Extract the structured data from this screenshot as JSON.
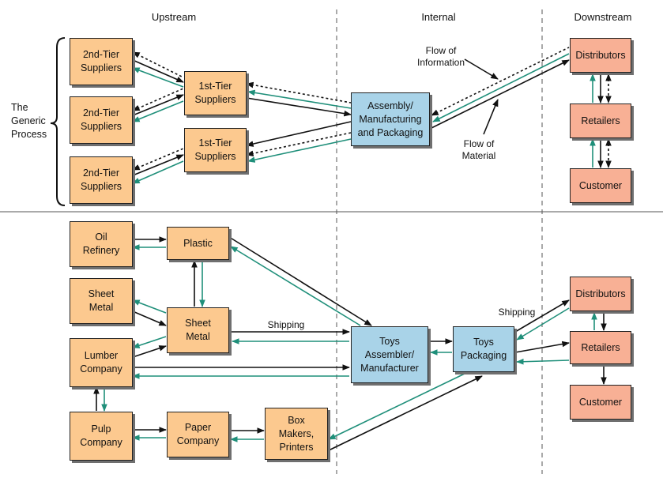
{
  "headers": {
    "upstream": "Upstream",
    "internal": "Internal",
    "downstream": "Downstream"
  },
  "generic_label": "The\nGeneric\nProcess",
  "colors": {
    "supplier_box": "#fcc98f",
    "internal_box": "#a9d3e8",
    "downstream_box": "#f8b095",
    "info_arrow": "#1f8f7a",
    "material_arrow": "#111111"
  },
  "top": {
    "tier2_a": "2nd-Tier\nSuppliers",
    "tier2_b": "2nd-Tier\nSuppliers",
    "tier2_c": "2nd-Tier\nSuppliers",
    "tier1_a": "1st-Tier\nSuppliers",
    "tier1_b": "1st-Tier\nSuppliers",
    "assembly": "Assembly/\nManufacturing\nand Packaging",
    "distributors": "Distributors",
    "retailers": "Retailers",
    "customer": "Customer",
    "flow_info": "Flow of\nInformation",
    "flow_material": "Flow of\nMaterial"
  },
  "bottom": {
    "oil": "Oil\nRefinery",
    "sheet_metal_src": "Sheet\nMetal",
    "lumber": "Lumber\nCompany",
    "pulp": "Pulp\nCompany",
    "plastic": "Plastic",
    "sheet_metal": "Sheet\nMetal",
    "paper": "Paper\nCompany",
    "box_makers": "Box\nMakers,\nPrinters",
    "toys_assembler": "Toys\nAssembler/\nManufacturer",
    "toys_packaging": "Toys\nPackaging",
    "distributors": "Distributors",
    "retailers": "Retailers",
    "customer": "Customer",
    "shipping_1": "Shipping",
    "shipping_2": "Shipping"
  }
}
